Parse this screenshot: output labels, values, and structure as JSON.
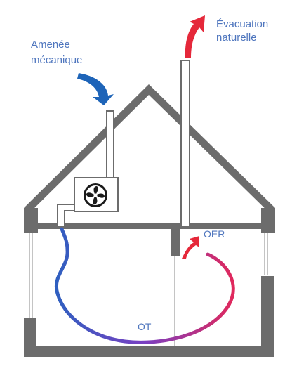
{
  "labels": {
    "supply_line1": "Amenée",
    "supply_line2": "mécanique",
    "exhaust_line1": "Évacuation",
    "exhaust_line2": "naturelle",
    "oer": "OER",
    "ot": "OT"
  },
  "colors": {
    "structure": "#6c6c6c",
    "text": "#4f76be",
    "arrow_supply": "#1e64b8",
    "arrow_exhaust": "#e5283a",
    "flow_start": "#2f5fc0",
    "flow_mid": "#7a3fc2",
    "flow_end": "#e0285c"
  },
  "icons": {
    "unit": "fan-icon",
    "supply_arrow": "curved-arrow-down-icon",
    "exhaust_arrow": "curved-arrow-up-icon",
    "return_arrow": "curved-arrow-up-icon"
  }
}
